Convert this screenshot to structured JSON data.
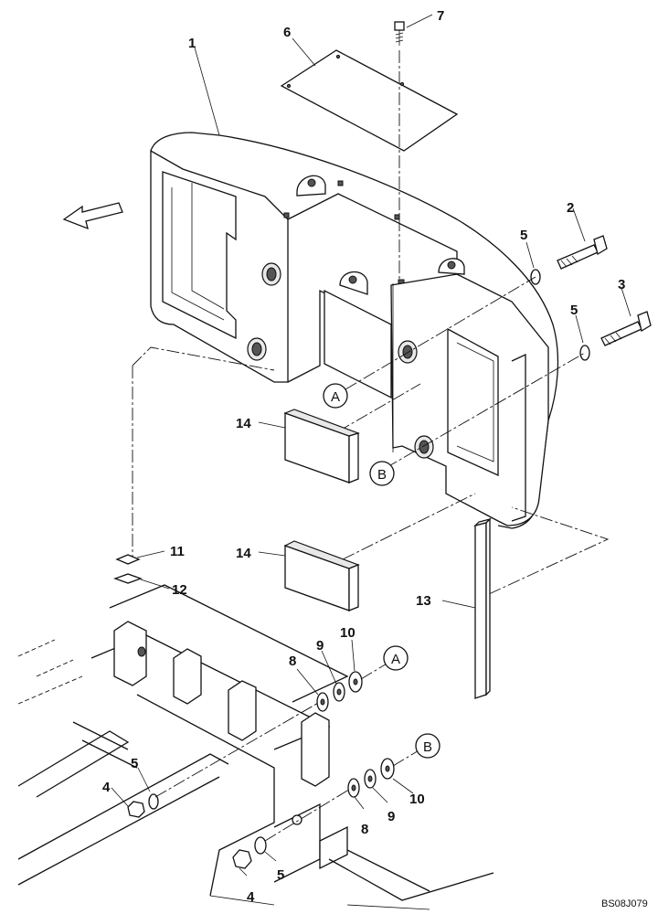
{
  "drawing": {
    "id": "BS08J079",
    "part_labels": {
      "p1": "1",
      "p2": "2",
      "p3": "3",
      "p4a": "4",
      "p4b": "4",
      "p5a": "5",
      "p5b": "5",
      "p5c": "5",
      "p5d": "5",
      "p6": "6",
      "p7": "7",
      "p8a": "8",
      "p8b": "8",
      "p9a": "9",
      "p9b": "9",
      "p10a": "10",
      "p10b": "10",
      "p11": "11",
      "p12": "12",
      "p13": "13",
      "p14a": "14",
      "p14b": "14"
    },
    "callouts": {
      "a1": "A",
      "a2": "A",
      "b1": "B",
      "b2": "B"
    },
    "direction_arrow": "front-direction-arrow"
  }
}
